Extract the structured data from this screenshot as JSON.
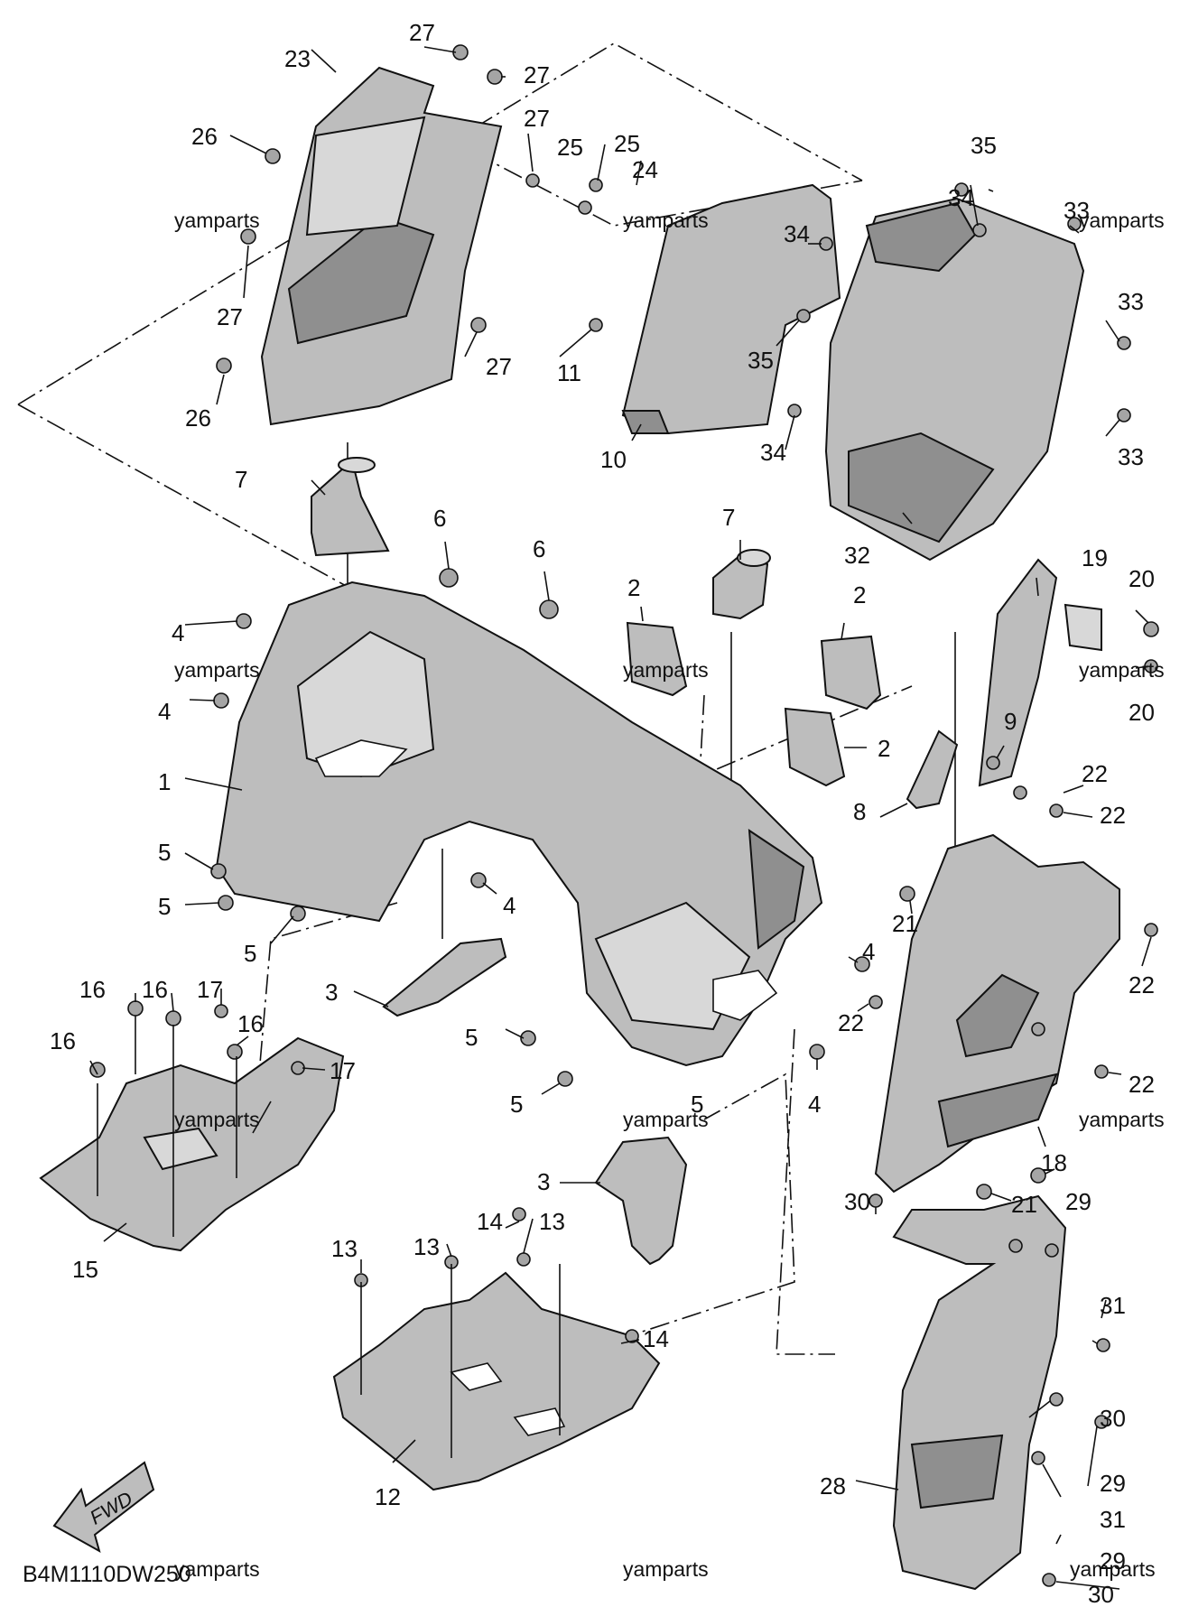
{
  "diagram_code": "B4M1110DW250",
  "watermark_text": "yamparts",
  "fwd_label": "FWD",
  "callouts": [
    "1",
    "2",
    "3",
    "4",
    "5",
    "6",
    "7",
    "8",
    "9",
    "10",
    "11",
    "12",
    "13",
    "14",
    "15",
    "16",
    "17",
    "18",
    "19",
    "20",
    "21",
    "22",
    "23",
    "24",
    "25",
    "26",
    "27",
    "28",
    "29",
    "30",
    "31",
    "32",
    "33",
    "34",
    "35"
  ],
  "colors": {
    "line": "#111111",
    "part_fill": "#bdbdbd",
    "background": "#ffffff"
  }
}
